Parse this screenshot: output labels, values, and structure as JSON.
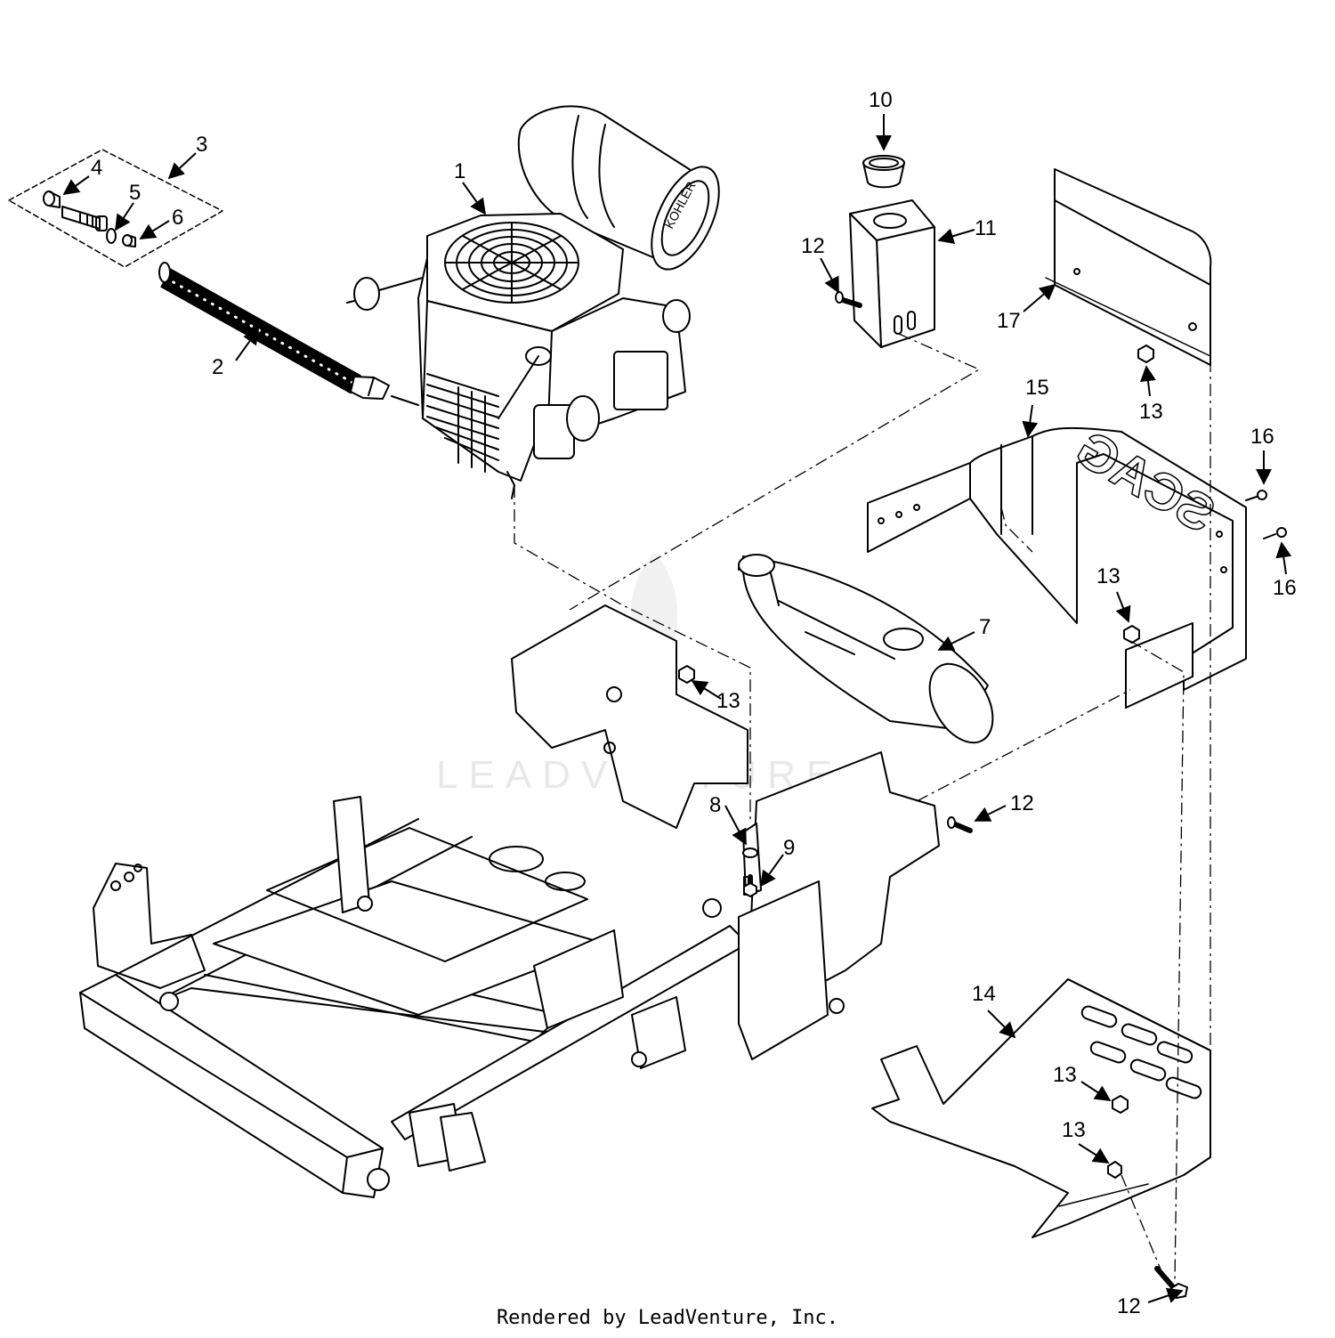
{
  "diagram": {
    "callouts": [
      "1",
      "2",
      "3",
      "4",
      "5",
      "6",
      "7",
      "8",
      "9",
      "10",
      "11",
      "12",
      "13",
      "14",
      "15",
      "16",
      "17"
    ],
    "engine_brand": "KOHLER",
    "guard_lettering": "SCAG",
    "watermark": "LEADVENTURE"
  },
  "footer": {
    "text": "Rendered by LeadVenture, Inc."
  }
}
